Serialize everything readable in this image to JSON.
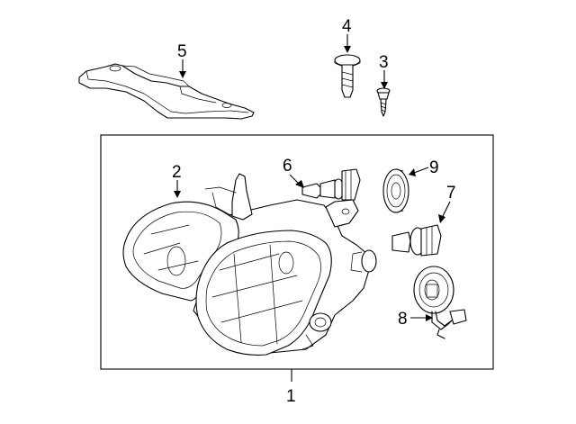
{
  "diagram": {
    "callouts": {
      "housing": "1",
      "lens_lamp": "2",
      "screw": "3",
      "clip": "4",
      "bracket": "5",
      "bulb_side": "6",
      "bulb_main": "7",
      "socket_wire": "8",
      "seal_cap": "9"
    }
  }
}
